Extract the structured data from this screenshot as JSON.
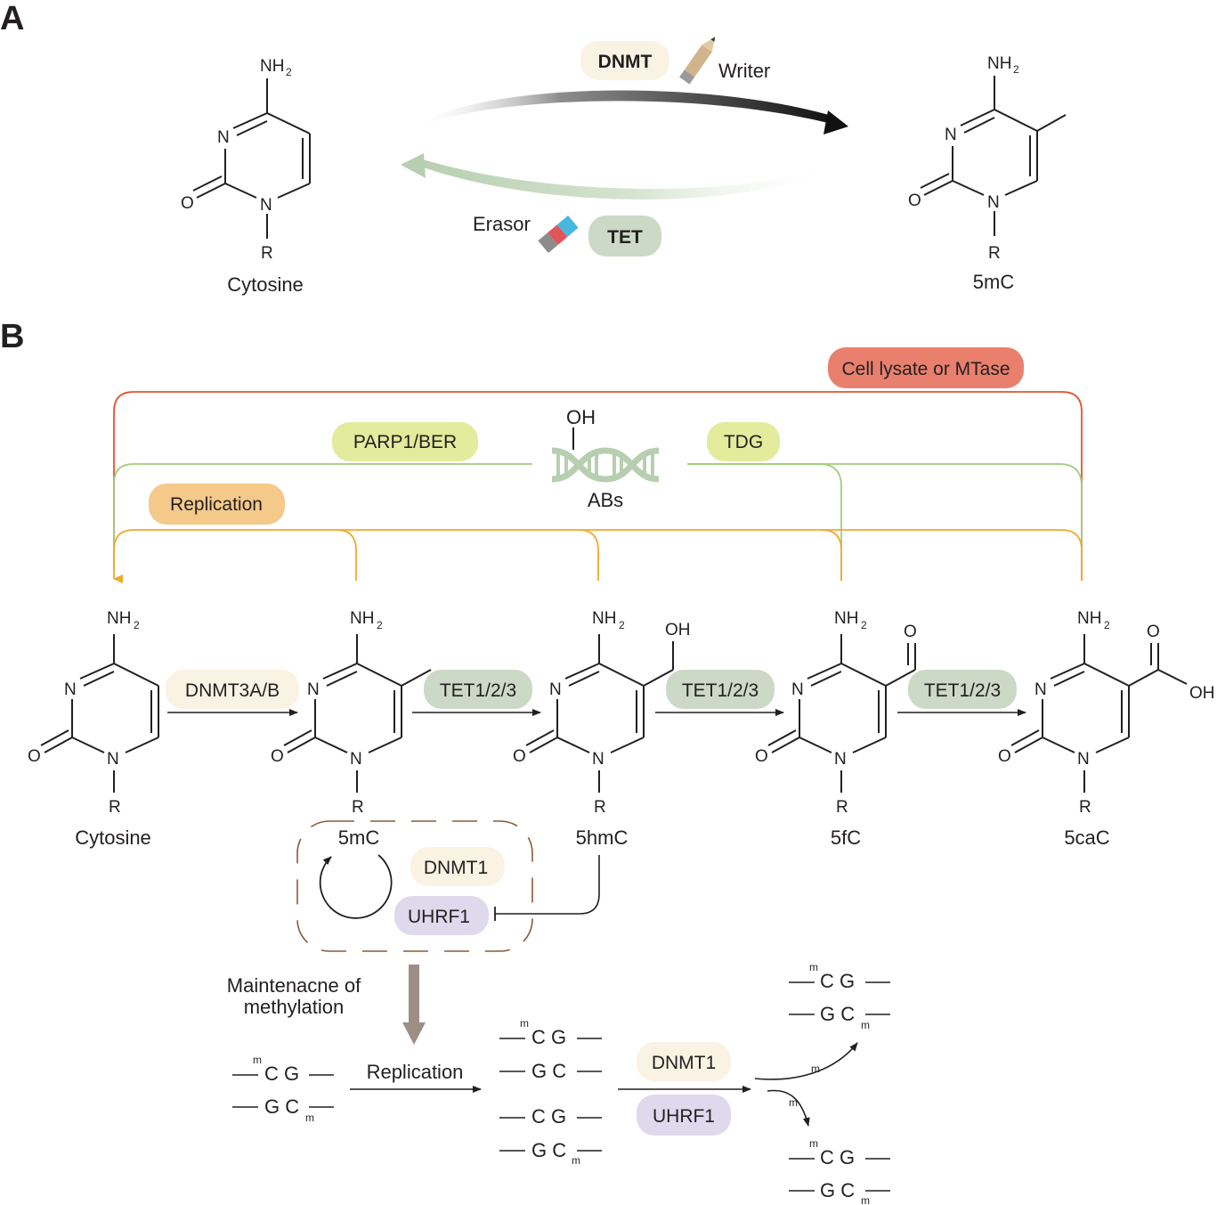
{
  "panels": {
    "a": "A",
    "b": "B"
  },
  "colors": {
    "writer_pill": "#faf2e3",
    "tet_pill": "#ccd9c6",
    "red_pill": "#e8806d",
    "yellow_green_pill": "#e3eb9c",
    "orange_pill": "#f4c98a",
    "dnmt1_pill": "#faf2e3",
    "uhrf1_pill": "#ded9ec",
    "red_line": "#e2542e",
    "green_line": "#a3cc7d",
    "orange_line": "#f0a92e",
    "dna_icon": "#b7cfb0",
    "brown_dash": "#8a5a3c",
    "grey_arrow": "#9e8e85"
  },
  "panel_a": {
    "left_label": "Cytosine",
    "right_label": "5mC",
    "writer_enzyme": "DNMT",
    "writer_label": "Writer",
    "eraser_enzyme": "TET",
    "eraser_label": "Erasor",
    "icons": [
      "pencil-icon",
      "eraser-icon"
    ]
  },
  "atoms": {
    "nh2": "NH",
    "two": "2",
    "n": "N",
    "o": "O",
    "r": "R",
    "oh": "OH"
  },
  "panel_b": {
    "top_enzymes": {
      "lysate": "Cell lysate or MTase",
      "parp": "PARP1/BER",
      "tdg": "TDG",
      "replication": "Replication"
    },
    "abs_oh": "OH",
    "abs_label": "ABs",
    "bases": [
      "Cytosine",
      "5mC",
      "5hmC",
      "5fC",
      "5caC"
    ],
    "step_enzymes": [
      "DNMT3A/B",
      "TET1/2/3",
      "TET1/2/3",
      "TET1/2/3"
    ],
    "maintenance": {
      "base_label": "5mC",
      "dnmt1": "DNMT1",
      "uhrf1": "UHRF1",
      "caption_line1": "Maintenacne of",
      "caption_line2": "methylation"
    },
    "replication_scheme": {
      "replication_label": "Replication",
      "dnmt1": "DNMT1",
      "uhrf1": "UHRF1",
      "methyl_mark": "m",
      "cg": "C G",
      "gc": "G C"
    }
  }
}
